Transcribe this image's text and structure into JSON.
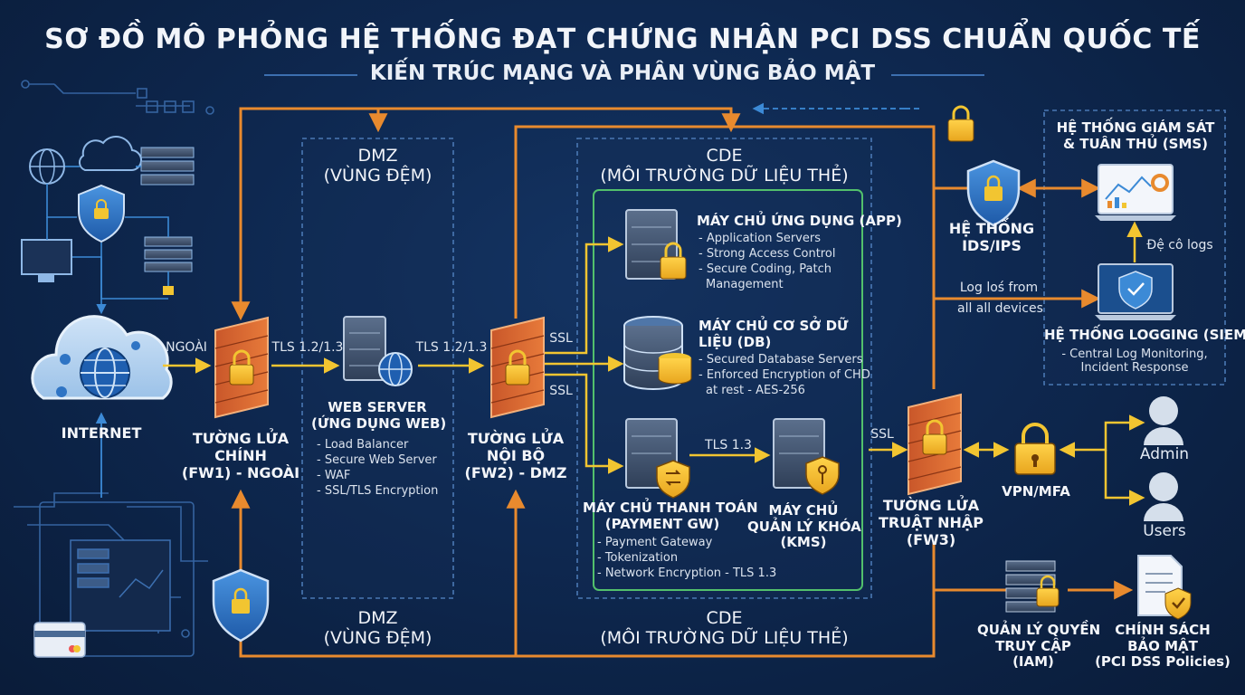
{
  "title": "SƠ ĐỒ MÔ PHỎNG HỆ THỐNG ĐẠT CHỨNG NHẬN PCI DSS CHUẨN QUỐC TẾ",
  "subtitle": "KIẾN TRÚC MẠNG VÀ PHÂN VÙNG BẢO MẬT",
  "internet": {
    "label": "INTERNET",
    "link_label": "NGOÀI"
  },
  "fw1": {
    "line1": "TƯỜNG LỬA",
    "line2": "CHÍNH",
    "line3": "(FW1) - NGOÀI"
  },
  "dmz": {
    "title": "DMZ",
    "subtitle": "(VÙNG ĐỆM)",
    "bottom_title": "DMZ",
    "bottom_subtitle": "(VÙNG ĐỆM)"
  },
  "links": {
    "tls_a": "TLS 1.2/1.3",
    "tls_b": "TLS 1.2/1.3",
    "ssl_a": "SSL",
    "ssl_b": "SSL",
    "ssl_c": "SSL",
    "tls13": "TLS 1.3"
  },
  "web_server": {
    "line1": "WEB SERVER",
    "line2": "(ỨNG DỤNG WEB)",
    "bullets": [
      "- Load Balancer",
      "- Secure Web Server",
      "- WAF",
      "- SSL/TLS Encryption"
    ]
  },
  "fw2": {
    "line1": "TƯỜNG LỬA",
    "line2": "NỘI BỘ",
    "line3": "(FW2) - DMZ"
  },
  "cde": {
    "title": "CDE",
    "subtitle": "(MÔI TRƯỜNG DỮ LIỆU THẺ)",
    "bottom_title": "CDE",
    "bottom_subtitle": "(MÔI TRƯỜNG DỮ LIỆU THẺ)"
  },
  "app_server": {
    "title": "MÁY CHỦ ỨNG DỤNG (APP)",
    "bullets": [
      "- Application Servers",
      "- Strong Access Control",
      "- Secure Coding, Patch",
      "  Management"
    ]
  },
  "db_server": {
    "line1": "MÁY CHỦ CƠ SỞ DỮ",
    "line2": "LIỆU (DB)",
    "bullets": [
      "- Secured Database Servers",
      "- Enforced Encryption of CHD",
      "  at rest - AES-256"
    ]
  },
  "payment": {
    "line1": "MÁY CHỦ THANH TOÁN",
    "line2": "(PAYMENT GW)",
    "bullets": [
      "- Payment Gateway",
      "- Tokenization",
      "- Network Encryption - TLS 1.3"
    ]
  },
  "kms": {
    "line1": "MÁY CHỦ",
    "line2": "QUẢN LÝ KHÓA",
    "line3": "(KMS)"
  },
  "ids": {
    "line1": "HỆ THỐNG",
    "line2": "IDS/IPS"
  },
  "sms": {
    "line1": "HỆ THỐNG GIÁM SÁT",
    "line2": "& TUÂN THỦ (SMS)"
  },
  "siem": {
    "title": "HỆ THỐNG LOGGING (SIEM)",
    "bullets": [
      "- Central Log Monitoring,",
      "Incident Response"
    ],
    "log_label": "Đệ cô logs",
    "from_line1": "Log loś from",
    "from_line2": "all all devices"
  },
  "fw3": {
    "line1": "TƯỜNG LỬA",
    "line2": "TRUẬT NHẬP",
    "line3": "(FW3)"
  },
  "vpn": {
    "label": "VPN/MFA"
  },
  "users": {
    "admin": "Admin",
    "users": "Users"
  },
  "iam": {
    "line1": "QUẢN LÝ QUYỀN",
    "line2": "TRUY CẬP",
    "line3": "(IAM)"
  },
  "policy": {
    "line1": "CHÍNH SÁCH",
    "line2": "BẢO MẬT",
    "line3": "(PCI DSS Policies)"
  },
  "colors": {
    "orange": "#e88a2e",
    "yellow": "#f2c531",
    "green": "#52c06c",
    "blue": "#3c8ad6",
    "background": "#0e2850"
  }
}
